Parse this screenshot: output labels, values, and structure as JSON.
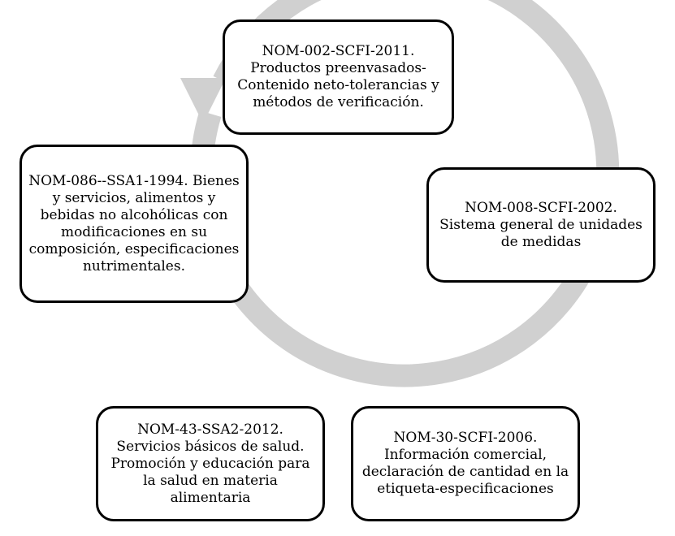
{
  "diagram": {
    "arrow_color": "#d0d0d0",
    "nodes": [
      {
        "id": "top",
        "text": "NOM-002-SCFI-2011. Productos preenvasados-Contenido neto-tolerancias y métodos de verificación."
      },
      {
        "id": "right",
        "text": "NOM-008-SCFI-2002. Sistema general de unidades de medidas"
      },
      {
        "id": "bottom_right",
        "text": "NOM-30-SCFI-2006. Información comercial, declaración de cantidad en la etiqueta-especificaciones"
      },
      {
        "id": "bottom_left",
        "text": "NOM-43-SSA2-2012. Servicios básicos de salud. Promoción y educación para la salud en materia alimentaria"
      },
      {
        "id": "left",
        "text": "NOM-086--SSA1-1994. Bienes y servicios, alimentos y bebidas no alcohólicas con modificaciones en su composición, especificaciones nutrimentales."
      }
    ]
  }
}
